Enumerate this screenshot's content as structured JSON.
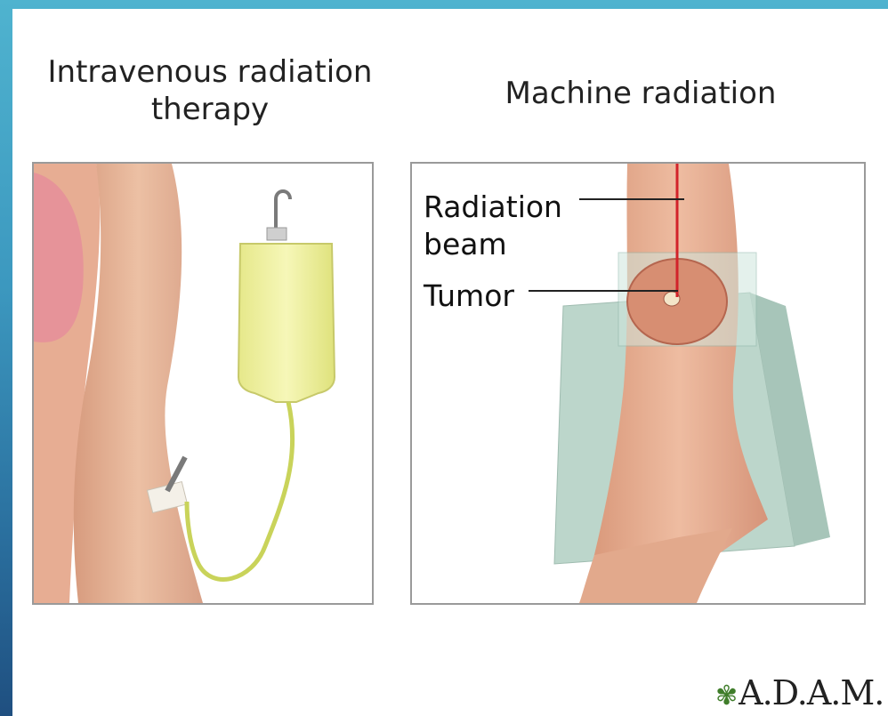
{
  "left_panel": {
    "heading": "Intravenous radiation therapy"
  },
  "right_panel": {
    "heading": "Machine radiation",
    "callouts": {
      "beam": "Radiation beam",
      "tumor": "Tumor"
    }
  },
  "logo": {
    "text": "A.D.A.M."
  },
  "colors": {
    "skin": "#e8b99c",
    "iv_bag": "#eef09a",
    "tubing": "#c9d35a",
    "support_block": "#b8d3c8",
    "beam": "#d2232a",
    "frame_bg": "#3c98bf"
  }
}
